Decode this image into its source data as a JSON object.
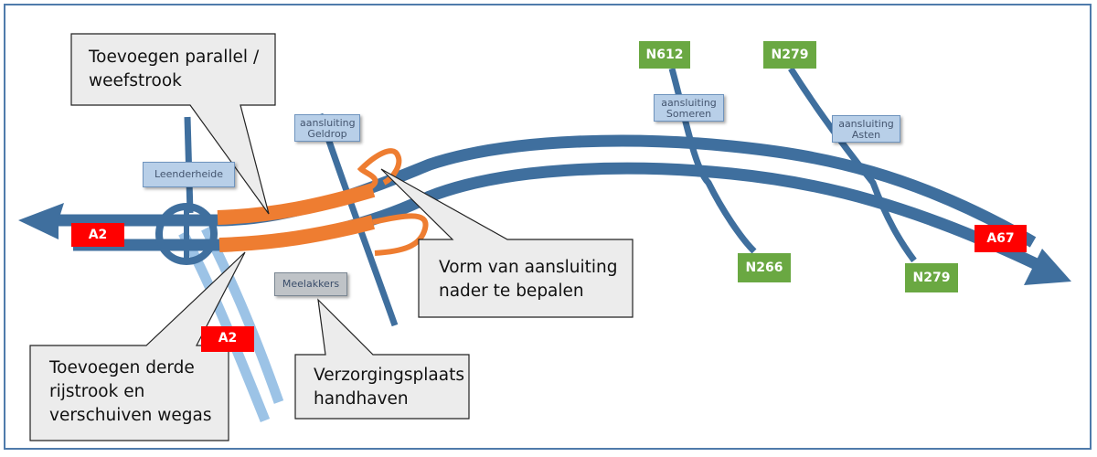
{
  "diagram": {
    "colors": {
      "main_road": "#3f6f9e",
      "secondary_road_light": "#9cc3e6",
      "new_lane": "#ee7d31",
      "callout_fill": "#ececec",
      "callout_border": "#222222",
      "national_road_badge": "#ff0000",
      "provincial_road_badge": "#6aa842",
      "place_label_fill": "#b8cfe8"
    },
    "roads": {
      "a2_west": "A2",
      "a2_south": "A2",
      "a67_east": "A67"
    },
    "provincial_roads": {
      "n612": "N612",
      "n279_north": "N279",
      "n266": "N266",
      "n279_south": "N279"
    },
    "places": {
      "leenderheide": "Leenderheide",
      "geldrop_line1": "aansluiting",
      "geldrop_line2": "Geldrop",
      "someren_line1": "aansluiting",
      "someren_line2": "Someren",
      "asten_line1": "aansluiting",
      "asten_line2": "Asten",
      "meelakkers": "Meelakkers"
    },
    "callouts": {
      "parallel_line1": "Toevoegen parallel /",
      "parallel_line2": "weefstrook",
      "third_lane_line1": "Toevoegen derde",
      "third_lane_line2": "rijstrook en",
      "third_lane_line3": "verschuiven wegas",
      "junction_line1": "Vorm van aansluiting",
      "junction_line2": "nader te bepalen",
      "service_line1": "Verzorgingsplaats",
      "service_line2": "handhaven"
    }
  }
}
